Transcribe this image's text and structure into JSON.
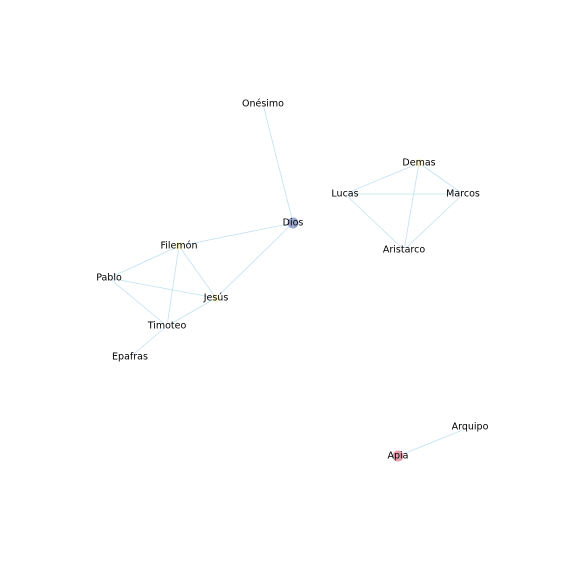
{
  "graph": {
    "nodes": [
      {
        "id": "onesimo",
        "label": "Onésimo",
        "color": "#ffffff"
      },
      {
        "id": "dios",
        "label": "Dios",
        "color": "#8c96c6"
      },
      {
        "id": "filemon",
        "label": "Filemón",
        "color": "#fbf6c8"
      },
      {
        "id": "pablo",
        "label": "Pablo",
        "color": "#ffffff"
      },
      {
        "id": "jesus",
        "label": "Jesús",
        "color": "#fbf6c8"
      },
      {
        "id": "timoteo",
        "label": "Timoteo",
        "color": "#ffffff"
      },
      {
        "id": "epafras",
        "label": "Epafras",
        "color": "#ffffff"
      },
      {
        "id": "demas",
        "label": "Demas",
        "color": "#fbf6c8"
      },
      {
        "id": "lucas",
        "label": "Lucas",
        "color": "#ffffff"
      },
      {
        "id": "marcos",
        "label": "Marcos",
        "color": "#ffffff"
      },
      {
        "id": "aristarco",
        "label": "Aristarco",
        "color": "#ffffff"
      },
      {
        "id": "arquipo",
        "label": "Arquipo",
        "color": "#ffffff"
      },
      {
        "id": "apia",
        "label": "Apia",
        "color": "#e78ca0"
      }
    ],
    "edges": [
      [
        "onesimo",
        "dios"
      ],
      [
        "dios",
        "filemon"
      ],
      [
        "dios",
        "jesus"
      ],
      [
        "filemon",
        "pablo"
      ],
      [
        "filemon",
        "jesus"
      ],
      [
        "filemon",
        "timoteo"
      ],
      [
        "pablo",
        "jesus"
      ],
      [
        "pablo",
        "timoteo"
      ],
      [
        "jesus",
        "timoteo"
      ],
      [
        "timoteo",
        "epafras"
      ],
      [
        "demas",
        "lucas"
      ],
      [
        "demas",
        "marcos"
      ],
      [
        "demas",
        "aristarco"
      ],
      [
        "lucas",
        "marcos"
      ],
      [
        "lucas",
        "aristarco"
      ],
      [
        "marcos",
        "aristarco"
      ],
      [
        "arquipo",
        "apia"
      ]
    ]
  }
}
